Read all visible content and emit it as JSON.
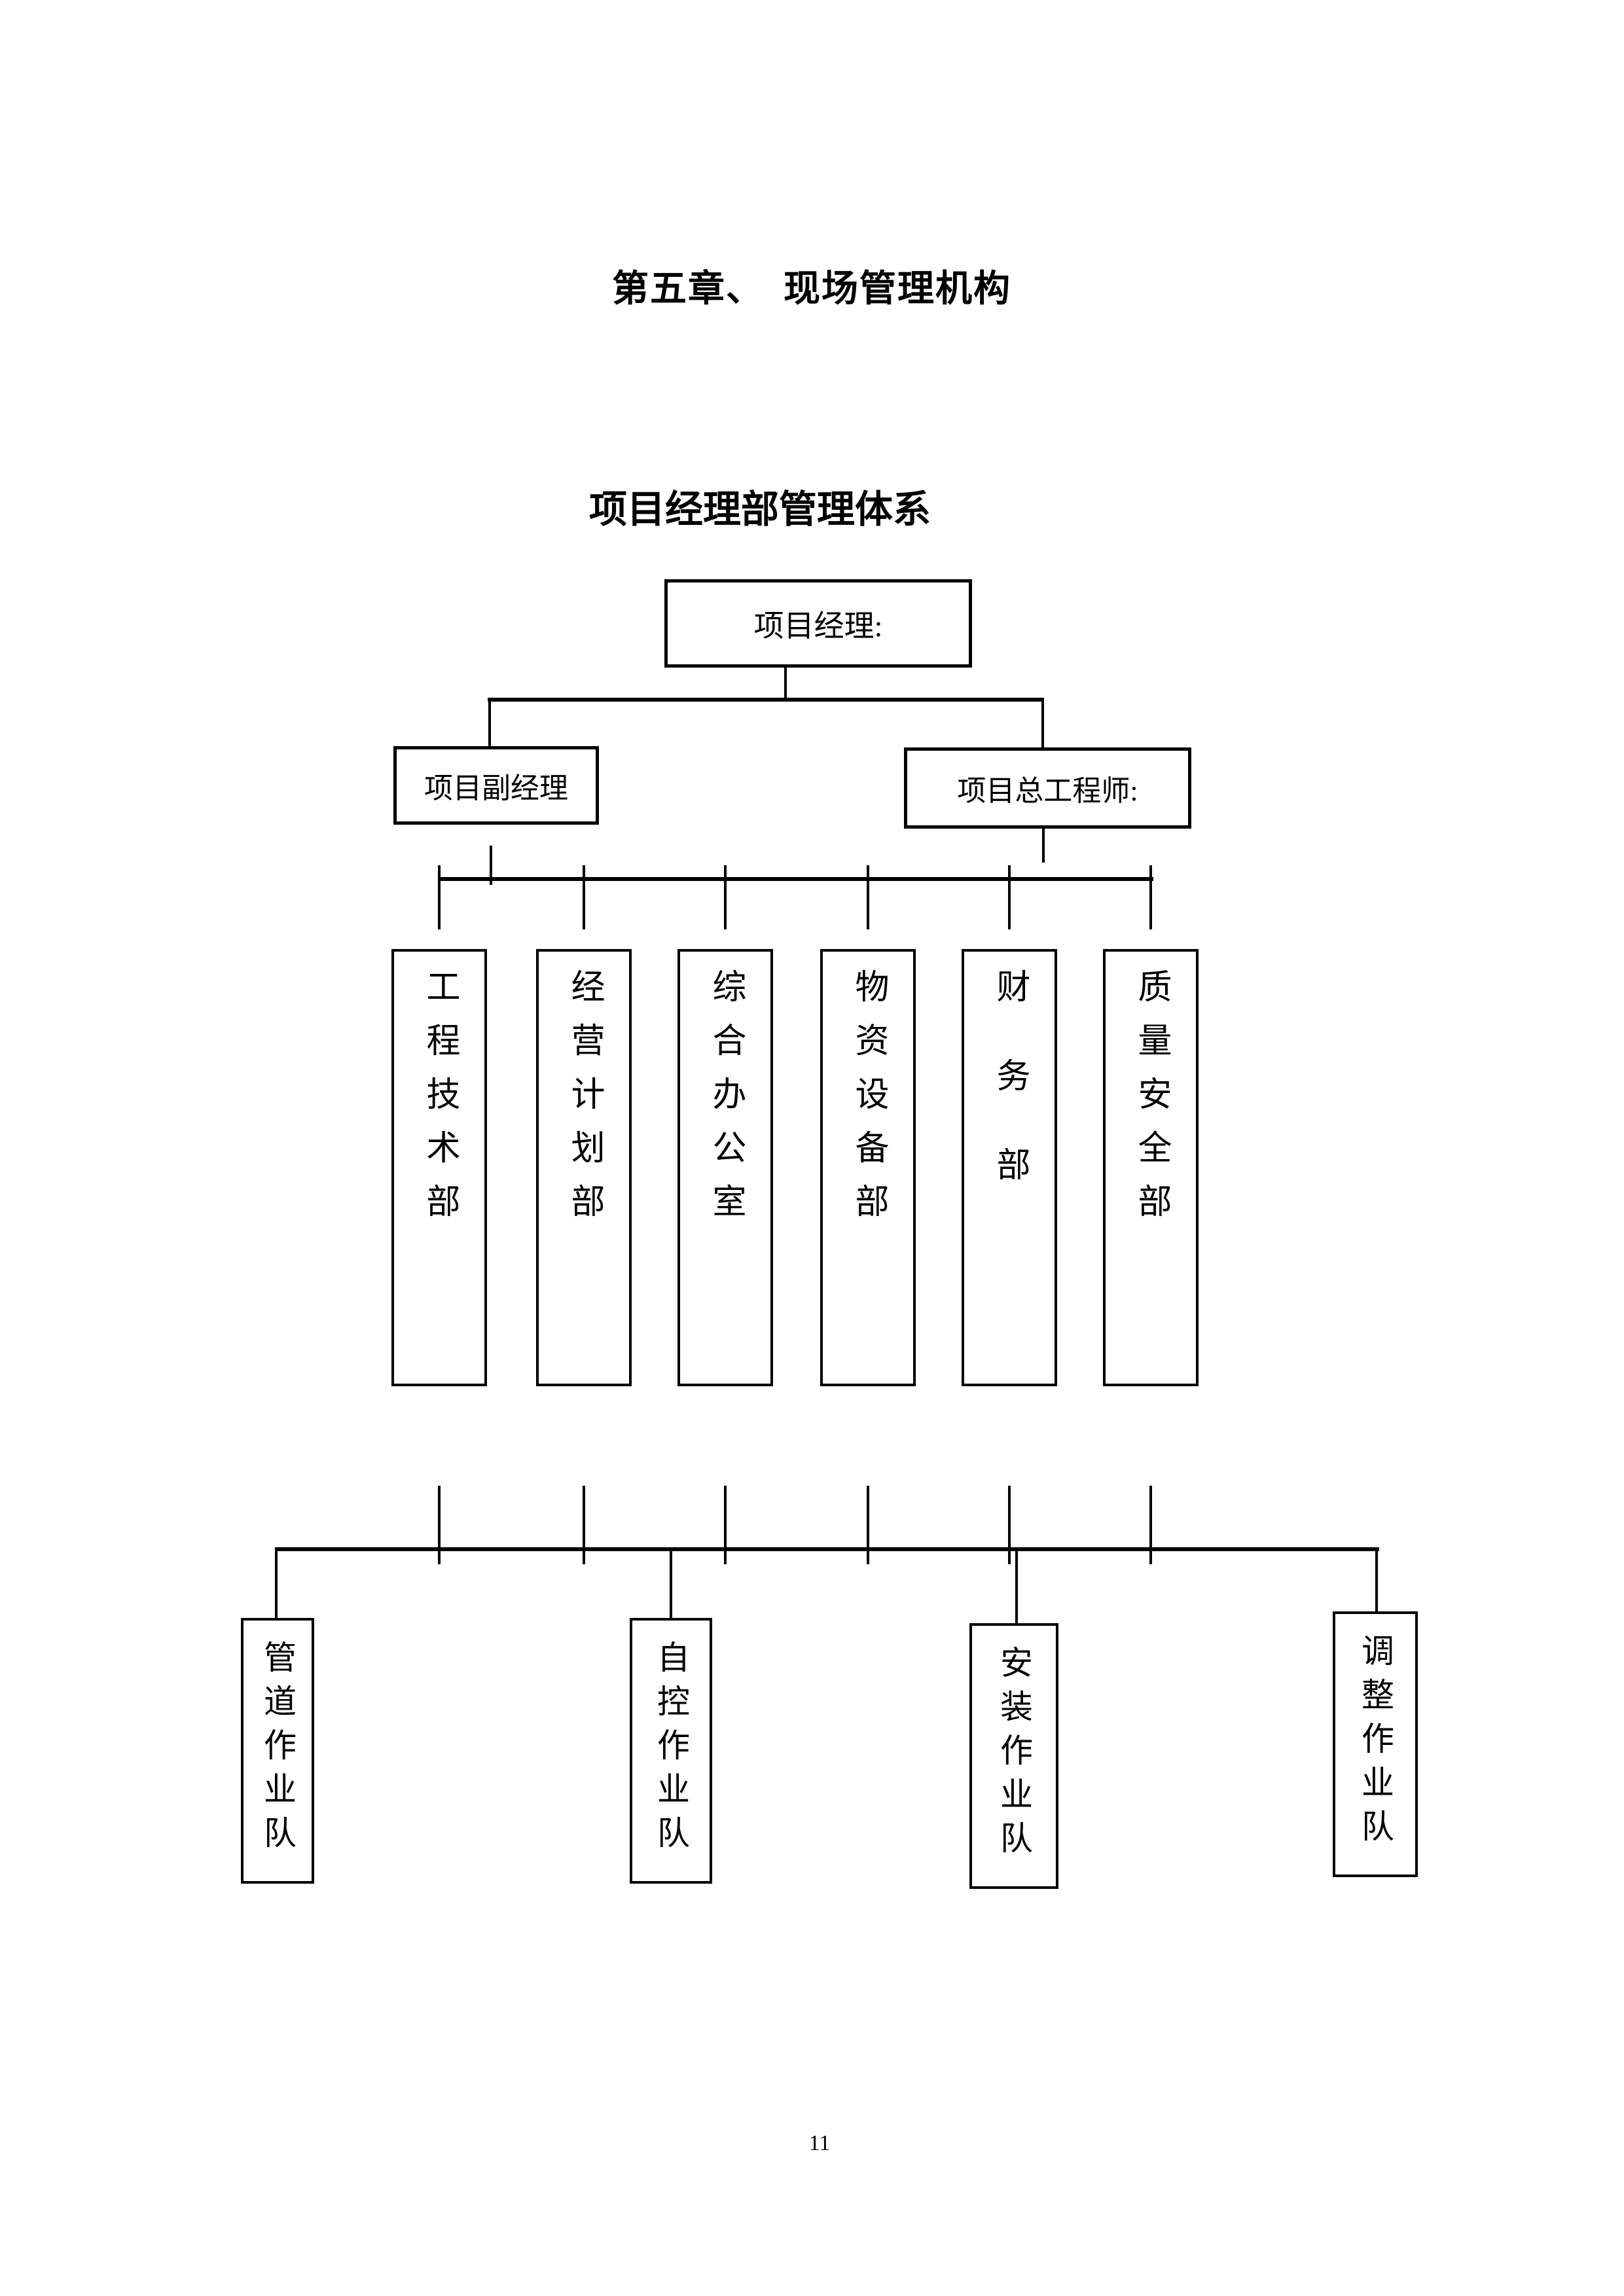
{
  "page": {
    "chapter_title": "第五章、　现场管理机构",
    "diagram_title": "项目经理部管理体系",
    "page_number": "11"
  },
  "org_chart": {
    "top_node": {
      "label": "项目经理:"
    },
    "deputy_node": {
      "label": "项目副经理"
    },
    "chief_engineer_node": {
      "label": "项目总工程师:"
    },
    "departments": [
      {
        "label": "工程技术部"
      },
      {
        "label": "经营计划部"
      },
      {
        "label": "综合办公室"
      },
      {
        "label": "物资设备部"
      },
      {
        "label": "财务部"
      },
      {
        "label": "质量安全部"
      }
    ],
    "teams": [
      {
        "label": "管道作业队"
      },
      {
        "label": "自控作业队"
      },
      {
        "label": "安装作业队"
      },
      {
        "label": "调整作业队"
      }
    ]
  },
  "colors": {
    "ink": "#000000",
    "paper": "#ffffff"
  }
}
